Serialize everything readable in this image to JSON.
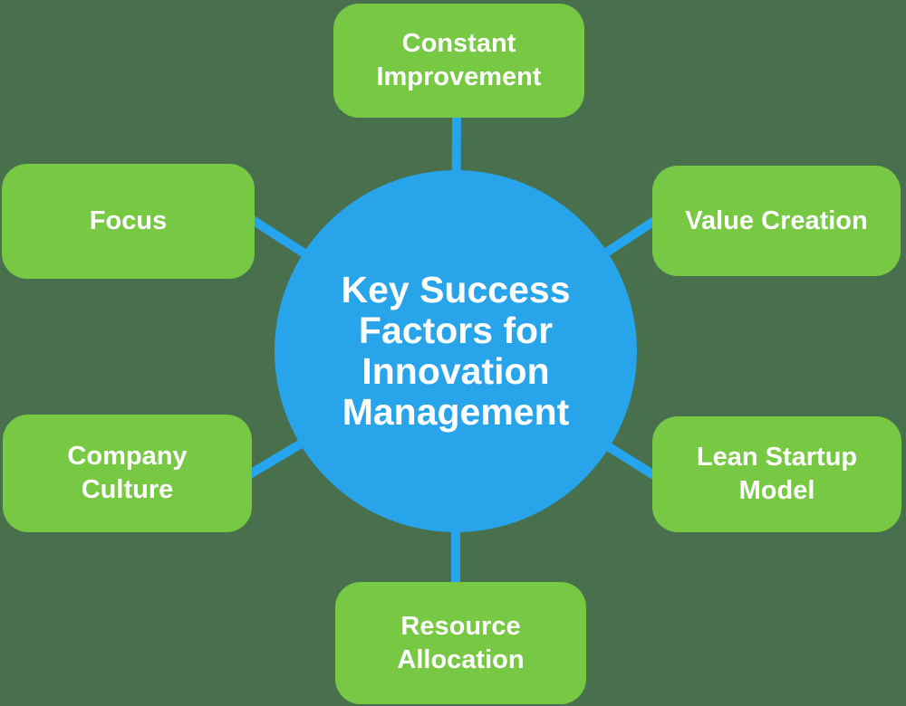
{
  "diagram": {
    "type": "hub-and-spoke",
    "colors": {
      "background": "#48704D",
      "node_fill": "#77C843",
      "hub_fill": "#27A4EA",
      "connector": "#24A5EE",
      "text": "#FFFFFF"
    },
    "center": {
      "label": "Key Success Factors for Innovation Management",
      "lines": [
        "Key Success",
        "Factors for",
        "Innovation",
        "Management"
      ]
    },
    "nodes": {
      "constant_improvement": {
        "position": "top",
        "lines": [
          "Constant",
          "Improvement"
        ]
      },
      "value_creation": {
        "position": "top-right",
        "lines": [
          "Value Creation"
        ]
      },
      "lean_startup_model": {
        "position": "bottom-right",
        "lines": [
          "Lean Startup",
          "Model"
        ]
      },
      "resource_allocation": {
        "position": "bottom",
        "lines": [
          "Resource",
          "Allocation"
        ]
      },
      "company_culture": {
        "position": "bottom-left",
        "lines": [
          "Company",
          "Culture"
        ]
      },
      "focus": {
        "position": "top-left",
        "lines": [
          "Focus"
        ]
      }
    }
  }
}
